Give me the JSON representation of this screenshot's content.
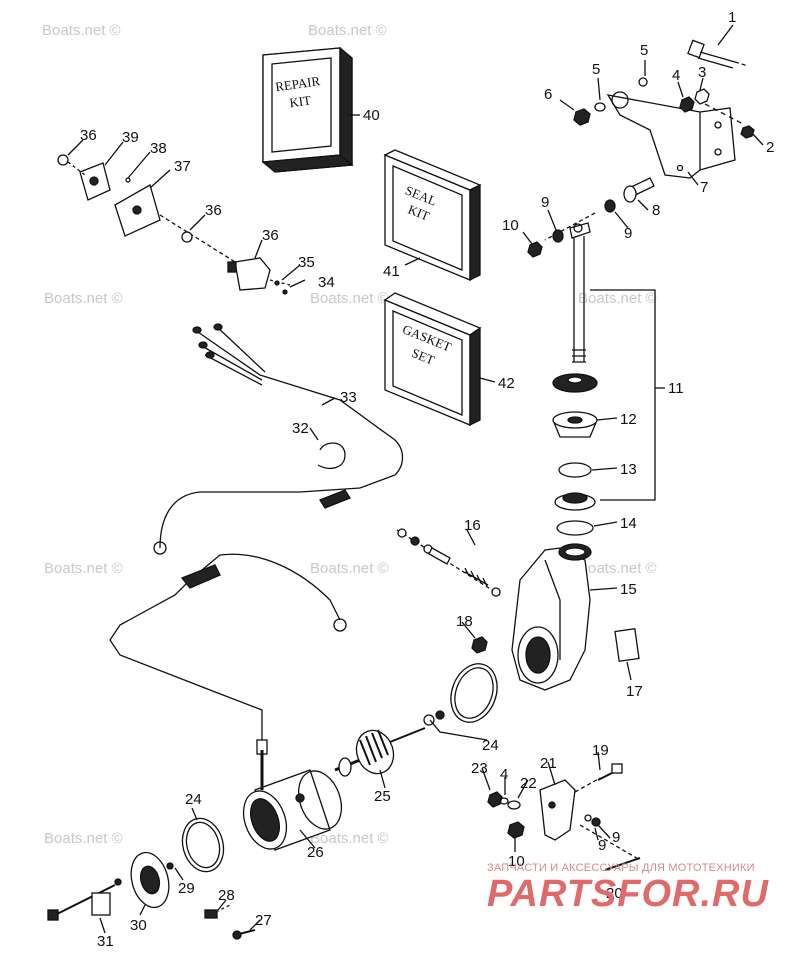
{
  "watermark": "Boats.net ©",
  "callouts": [
    "1",
    "2",
    "3",
    "4",
    "5",
    "5",
    "6",
    "7",
    "8",
    "9",
    "9",
    "10",
    "11",
    "12",
    "13",
    "14",
    "15",
    "16",
    "17",
    "18",
    "19",
    "20",
    "21",
    "22",
    "23",
    "4",
    "24",
    "24",
    "25",
    "26",
    "27",
    "28",
    "29",
    "30",
    "31",
    "32",
    "33",
    "34",
    "35",
    "36",
    "36",
    "36",
    "37",
    "38",
    "39",
    "9",
    "9",
    "10",
    "40",
    "41",
    "42"
  ],
  "kits": {
    "repair": [
      "REPAIR",
      "KIT"
    ],
    "seal": [
      "SEAL",
      "KIT"
    ],
    "gasket": [
      "GASKET",
      "SET"
    ]
  },
  "brand": {
    "tagline": "ЗАПЧАСТИ И АКСЕССУАРЫ ДЛЯ МОТОТЕХНИКИ",
    "logo": "PARTSFOR.RU"
  },
  "colors": {
    "line": "#111111",
    "watermark": "#c8c8c8",
    "brand": "#e06a6a"
  }
}
